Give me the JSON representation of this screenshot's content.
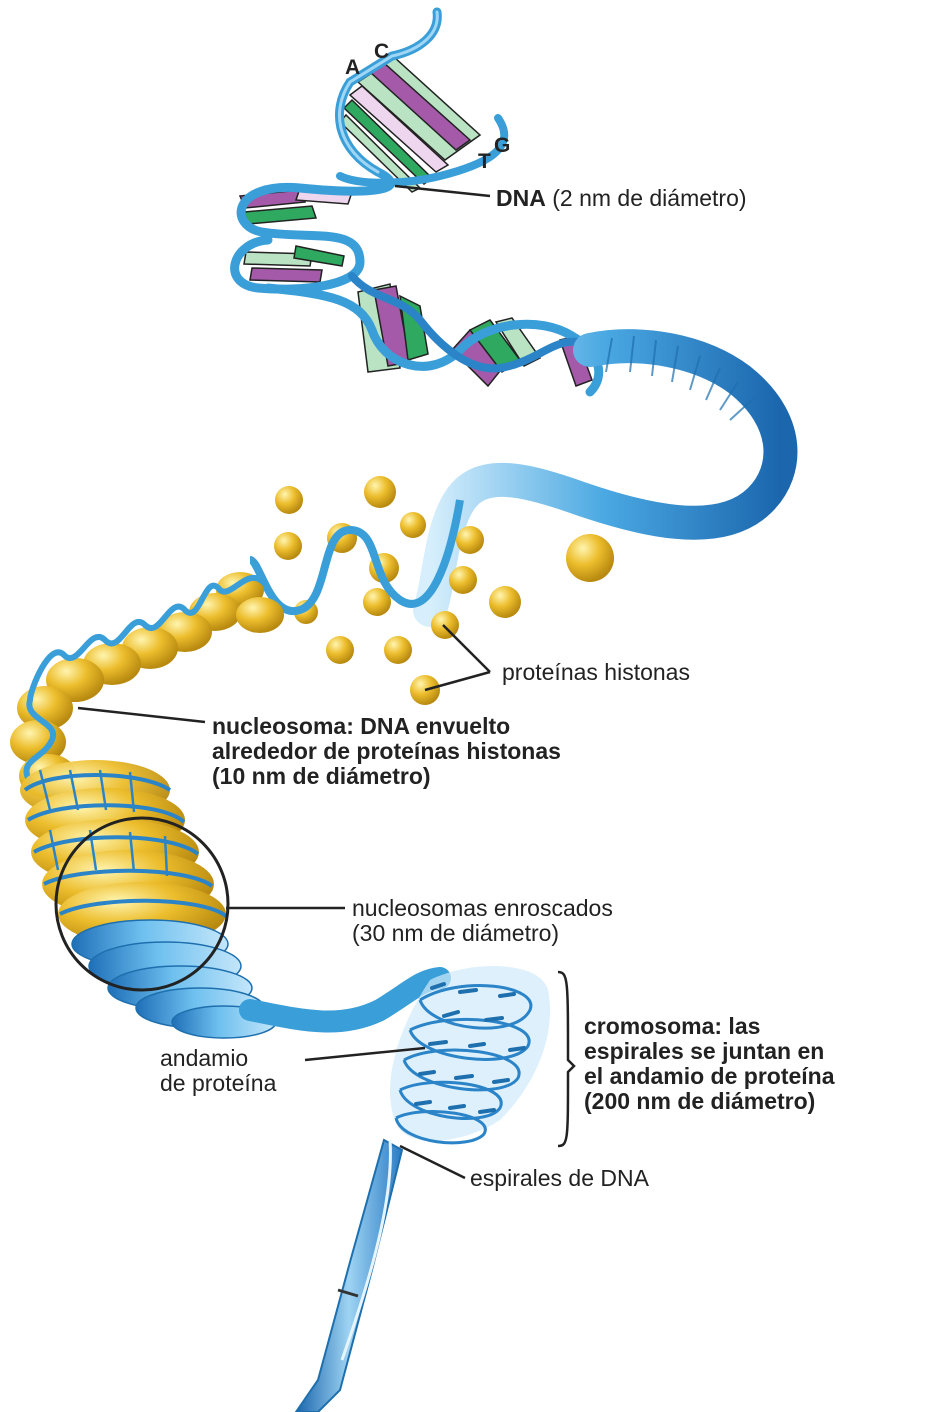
{
  "bases": {
    "a": "A",
    "c": "C",
    "t": "T",
    "g": "G"
  },
  "labels": {
    "dna": {
      "bold": "DNA",
      "rest": " (2 nm de diámetro)"
    },
    "histonas": "proteínas histonas",
    "nucleosoma": {
      "line1": "nucleosoma: DNA envuelto",
      "line2": "alrededor de proteínas histonas",
      "line3": "(10 nm de diámetro)"
    },
    "enroscados": {
      "line1": "nucleosomas enroscados",
      "line2": "(30 nm de diámetro)"
    },
    "cromosoma": {
      "line1": "cromosoma: las",
      "line2": "espirales se juntan en",
      "line3": "el andamio de proteína",
      "line4": "(200 nm de diámetro)"
    },
    "andamio": {
      "line1": "andamio",
      "line2": "de proteína"
    },
    "espirales": "espirales de DNA"
  },
  "colors": {
    "dna_strand": "#3a9fd8",
    "dna_dark": "#1e6fae",
    "histone": "#e8b82a",
    "histone_light": "#fff0a0",
    "base_purple": "#a45aa8",
    "base_green": "#2fa860",
    "base_pale": "#b9e3c3",
    "base_pink": "#eed7ee"
  }
}
